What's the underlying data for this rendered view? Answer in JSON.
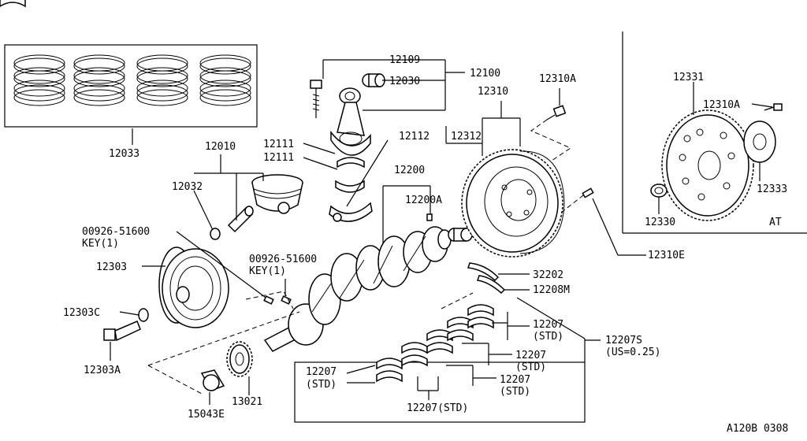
{
  "labels": {
    "p12109": "12109",
    "p12100": "12100",
    "p12030": "12030",
    "p12310A_top": "12310A",
    "p12310": "12310",
    "p12111_a": "12111",
    "p12111_b": "12111",
    "p12112": "12112",
    "p12312": "12312",
    "p12010": "12010",
    "p12033": "12033",
    "p12032": "12032",
    "p12200": "12200",
    "p12200A": "12200A",
    "p00926_a": "00926-51600",
    "key_a": "KEY(1)",
    "p12303": "12303",
    "p00926_b": "00926-51600",
    "key_b": "KEY(1)",
    "p12303C": "12303C",
    "p12303A": "12303A",
    "p32202": "32202",
    "p12208M": "12208M",
    "p12310E": "12310E",
    "p12207_r1": "12207",
    "std_r1": "(STD)",
    "p12207S": "12207S",
    "us025": "(US=0.25)",
    "p12207_r2": "12207",
    "std_r2": "(STD)",
    "p12207_r3": "12207",
    "std_r3": "(STD)",
    "p12207_l": "12207",
    "std_l": "(STD)",
    "p12207_bottom": "12207(STD)",
    "p15043E": "15043E",
    "p13021": "13021",
    "p12331": "12331",
    "p12310A_at": "12310A",
    "p12333": "12333",
    "p12330": "12330",
    "at": "AT",
    "diagram_code": "A120B 0308"
  },
  "icons": [
    "piston-rings-icon",
    "connecting-rod-icon",
    "piston-icon",
    "crankshaft-icon",
    "flywheel-icon",
    "drive-plate-icon",
    "pulley-icon",
    "sprocket-icon",
    "bearing-shell-icon",
    "bolt-icon"
  ]
}
